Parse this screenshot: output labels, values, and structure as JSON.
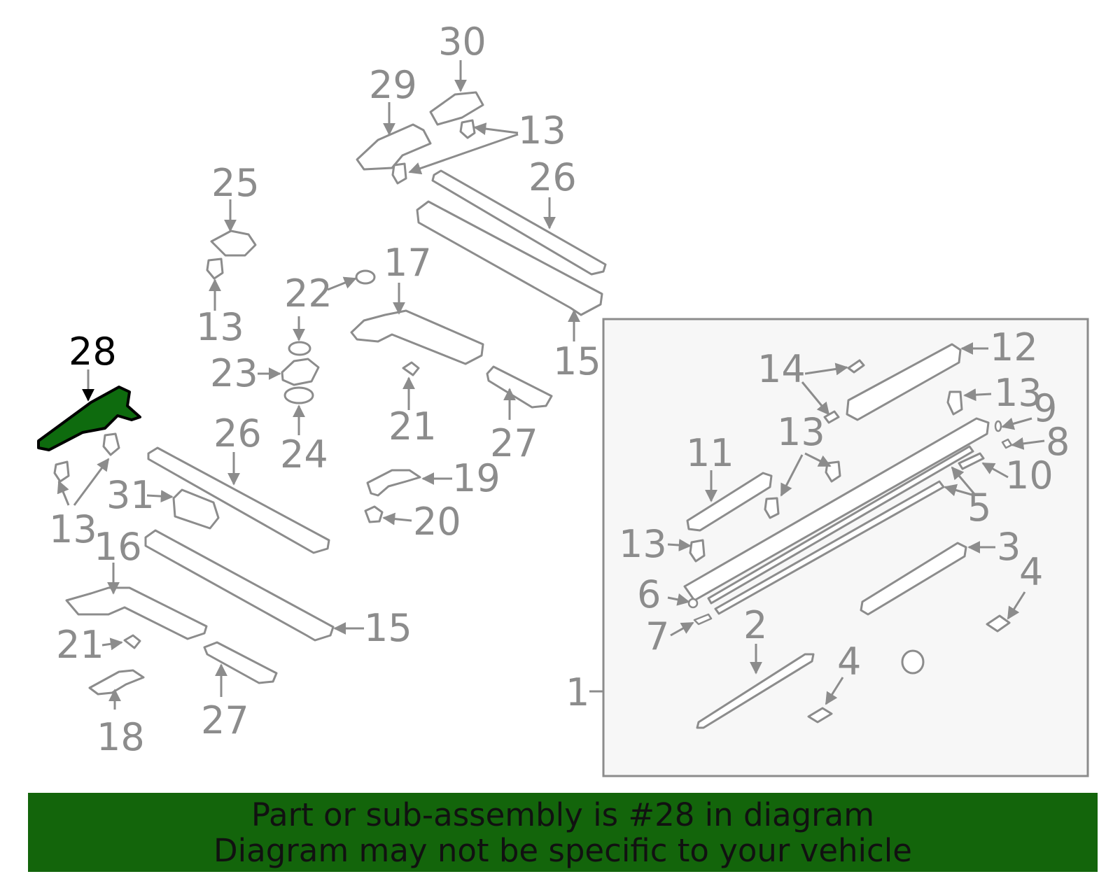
{
  "labels": {
    "l1": "1",
    "l2": "2",
    "l3": "3",
    "l4a": "4",
    "l4b": "4",
    "l5": "5",
    "l6": "6",
    "l7": "7",
    "l8": "8",
    "l9": "9",
    "l10": "10",
    "l11": "11",
    "l12": "12",
    "l13a": "13",
    "l13b": "13",
    "l13c": "13",
    "l13d": "13",
    "l13e": "13",
    "l13f": "13",
    "l14": "14",
    "l15a": "15",
    "l15b": "15",
    "l16": "16",
    "l17": "17",
    "l18": "18",
    "l19": "19",
    "l20": "20",
    "l21a": "21",
    "l21b": "21",
    "l22": "22",
    "l23": "23",
    "l24": "24",
    "l25": "25",
    "l26a": "26",
    "l26b": "26",
    "l27a": "27",
    "l27b": "27",
    "l28": "28",
    "l29": "29",
    "l30": "30",
    "l31": "31"
  },
  "highlighted_part": "28",
  "colors": {
    "highlight_fill": "#0e6b0e",
    "banner_bg": "#13650b",
    "line_gray": "#8c8c8c"
  },
  "banner": {
    "line1": "Part or sub-assembly is #28 in diagram",
    "line2": "Diagram may not be specific to your vehicle"
  }
}
